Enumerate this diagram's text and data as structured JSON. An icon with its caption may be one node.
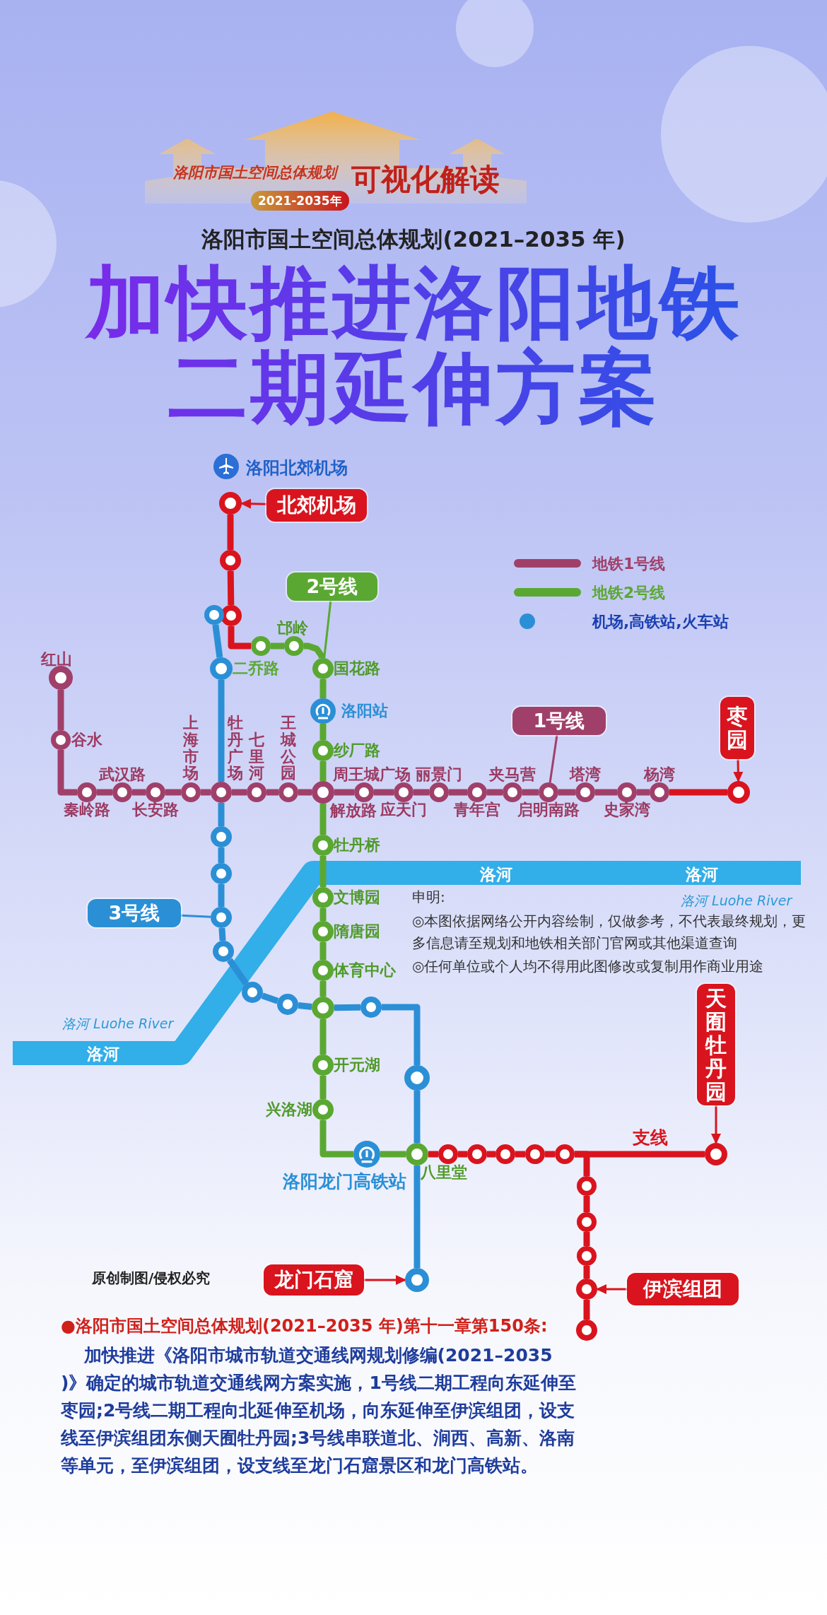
{
  "diagram": {
    "title": "加快推进洛阳地铁二期延伸方案",
    "nodes": [
      {
        "text": [],
        "shape": "circle",
        "beside": [
          "红山"
        ]
      },
      {
        "text": [],
        "shape": "circle",
        "beside": [
          "谷水"
        ]
      },
      {
        "text": [],
        "shape": "circle",
        "beside": [
          "秦岭路"
        ]
      },
      {
        "text": [],
        "shape": "circle",
        "beside": [
          "武汉路"
        ]
      },
      {
        "text": [],
        "shape": "circle",
        "beside": [
          "长安路"
        ]
      },
      {
        "text": [],
        "shape": "circle",
        "beside": [
          "上海市场"
        ]
      },
      {
        "text": [],
        "shape": "circle",
        "beside": [
          "牡丹广场"
        ]
      },
      {
        "text": [],
        "shape": "circle",
        "beside": [
          "七里河"
        ]
      },
      {
        "text": [],
        "shape": "circle",
        "beside": [
          "王城公园"
        ]
      },
      {
        "text": [],
        "shape": "circle",
        "beside": [
          "解放路"
        ]
      },
      {
        "text": [],
        "shape": "circle",
        "beside": [
          "周王城广场"
        ]
      },
      {
        "text": [],
        "shape": "circle",
        "beside": [
          "应天门"
        ]
      },
      {
        "text": [],
        "shape": "circle",
        "beside": [
          "丽景门"
        ]
      },
      {
        "text": [],
        "shape": "circle",
        "beside": [
          "青年宫"
        ]
      },
      {
        "text": [],
        "shape": "circle",
        "beside": [
          "夹马营"
        ]
      },
      {
        "text": [],
        "shape": "circle",
        "beside": [
          "启明南路"
        ]
      },
      {
        "text": [],
        "shape": "circle",
        "beside": [
          "塔湾"
        ]
      },
      {
        "text": [],
        "shape": "circle",
        "beside": [
          "史家湾"
        ]
      },
      {
        "text": [],
        "shape": "circle",
        "beside": [
          "杨湾"
        ]
      },
      {
        "text": [],
        "shape": "circle"
      },
      {
        "text": [],
        "shape": "circle"
      },
      {
        "text": [],
        "shape": "circle"
      },
      {
        "text": [],
        "shape": "circle"
      },
      {
        "text": [],
        "shape": "circle"
      },
      {
        "text": [],
        "shape": "circle",
        "beside": [
          "邙岭"
        ]
      },
      {
        "text": [],
        "shape": "circle",
        "beside": [
          "国花路"
        ]
      },
      {
        "text": [],
        "shape": "circle",
        "beside": [
          "洛阳站"
        ]
      },
      {
        "text": [],
        "shape": "circle",
        "beside": [
          "纱厂路"
        ]
      },
      {
        "text": [],
        "shape": "circle",
        "beside": [
          "牡丹桥"
        ]
      },
      {
        "text": [],
        "shape": "circle",
        "beside": [
          "文博园"
        ]
      },
      {
        "text": [],
        "shape": "circle",
        "beside": [
          "隋唐园"
        ]
      },
      {
        "text": [],
        "shape": "circle",
        "beside": [
          "体育中心"
        ]
      },
      {
        "text": [],
        "shape": "circle"
      },
      {
        "text": [],
        "shape": "circle",
        "beside": [
          "开元湖"
        ]
      },
      {
        "text": [],
        "shape": "circle",
        "beside": [
          "兴洛湖"
        ]
      },
      {
        "text": [],
        "shape": "circle",
        "beside": [
          "洛阳龙门高铁站"
        ]
      },
      {
        "text": [],
        "shape": "circle",
        "beside": [
          "八里堂"
        ]
      },
      {
        "text": [],
        "shape": "circle"
      },
      {
        "text": [],
        "shape": "circle"
      },
      {
        "text": [],
        "shape": "circle"
      },
      {
        "text": [],
        "shape": "circle"
      },
      {
        "text": [],
        "shape": "circle"
      },
      {
        "text": [],
        "shape": "circle"
      },
      {
        "text": [],
        "shape": "circle"
      },
      {
        "text": [],
        "shape": "circle"
      },
      {
        "text": [],
        "shape": "circle"
      },
      {
        "text": [],
        "shape": "circle"
      },
      {
        "text": [],
        "shape": "circle"
      },
      {
        "text": [],
        "shape": "circle"
      },
      {
        "text": [],
        "shape": "circle",
        "beside": [
          "二乔路"
        ]
      },
      {
        "text": [],
        "shape": "circle"
      },
      {
        "text": [],
        "shape": "circle"
      },
      {
        "text": [],
        "shape": "circle"
      },
      {
        "text": [],
        "shape": "circle"
      },
      {
        "text": [],
        "shape": "circle"
      },
      {
        "text": [],
        "shape": "circle"
      },
      {
        "text": [],
        "shape": "circle"
      },
      {
        "text": [],
        "shape": "circle"
      },
      {
        "text": [],
        "shape": "circle"
      },
      {
        "text": [
          "北郊机场"
        ]
      },
      {
        "text": [
          "枣园"
        ]
      },
      {
        "text": [
          "天囿牡丹园"
        ]
      },
      {
        "text": [
          "龙门石窟"
        ]
      },
      {
        "text": [
          "伊滨组团"
        ]
      },
      {
        "text": [
          "1号线"
        ]
      },
      {
        "text": [
          "2号线"
        ]
      },
      {
        "text": [
          "3号线"
        ]
      }
    ],
    "edges": [
      {
        "from": 0,
        "to": 1,
        "arrow": "none",
        "color": "#a0406a"
      },
      {
        "from": 1,
        "to": 2,
        "arrow": "none",
        "color": "#a0406a"
      },
      {
        "from": 2,
        "to": 3,
        "arrow": "none",
        "color": "#a0406a"
      },
      {
        "from": 3,
        "to": 4,
        "arrow": "none",
        "color": "#a0406a"
      },
      {
        "from": 4,
        "to": 5,
        "arrow": "none",
        "color": "#a0406a"
      },
      {
        "from": 5,
        "to": 6,
        "arrow": "none",
        "color": "#a0406a"
      },
      {
        "from": 6,
        "to": 7,
        "arrow": "none",
        "color": "#a0406a"
      },
      {
        "from": 7,
        "to": 8,
        "arrow": "none",
        "color": "#a0406a"
      },
      {
        "from": 8,
        "to": 9,
        "arrow": "none",
        "color": "#a0406a"
      },
      {
        "from": 9,
        "to": 10,
        "arrow": "none",
        "color": "#a0406a"
      },
      {
        "from": 10,
        "to": 11,
        "arrow": "none",
        "color": "#a0406a"
      },
      {
        "from": 11,
        "to": 12,
        "arrow": "none",
        "color": "#a0406a"
      },
      {
        "from": 12,
        "to": 13,
        "arrow": "none",
        "color": "#a0406a"
      },
      {
        "from": 13,
        "to": 14,
        "arrow": "none",
        "color": "#a0406a"
      },
      {
        "from": 14,
        "to": 15,
        "arrow": "none",
        "color": "#a0406a"
      },
      {
        "from": 15,
        "to": 16,
        "arrow": "none",
        "color": "#a0406a"
      },
      {
        "from": 16,
        "to": 17,
        "arrow": "none",
        "color": "#a0406a"
      },
      {
        "from": 17,
        "to": 18,
        "arrow": "none",
        "color": "#a0406a"
      },
      {
        "from": 18,
        "to": 19,
        "arrow": "none"
      },
      {
        "from": 20,
        "to": 21,
        "arrow": "none"
      },
      {
        "from": 21,
        "to": 22,
        "arrow": "none"
      },
      {
        "from": 22,
        "to": 23,
        "arrow": "none"
      },
      {
        "from": 23,
        "to": 24,
        "arrow": "none",
        "color": "#5aa832"
      },
      {
        "from": 24,
        "to": 25,
        "arrow": "none",
        "color": "#5aa832"
      },
      {
        "from": 25,
        "to": 26,
        "arrow": "none",
        "color": "#5aa832"
      },
      {
        "from": 26,
        "to": 27,
        "arrow": "none",
        "color": "#5aa832"
      },
      {
        "from": 27,
        "to": 9,
        "arrow": "none",
        "color": "#5aa832"
      },
      {
        "from": 9,
        "to": 28,
        "arrow": "none",
        "color": "#5aa832"
      },
      {
        "from": 28,
        "to": 29,
        "arrow": "none",
        "color": "#5aa832"
      },
      {
        "from": 29,
        "to": 30,
        "arrow": "none",
        "color": "#5aa832"
      },
      {
        "from": 30,
        "to": 31,
        "arrow": "none",
        "color": "#5aa832"
      },
      {
        "from": 31,
        "to": 32,
        "arrow": "none",
        "color": "#5aa832"
      },
      {
        "from": 32,
        "to": 33,
        "arrow": "none",
        "color": "#5aa832"
      },
      {
        "from": 33,
        "to": 34,
        "arrow": "none",
        "color": "#5aa832"
      },
      {
        "from": 34,
        "to": 35,
        "arrow": "none",
        "color": "#5aa832"
      },
      {
        "from": 35,
        "to": 36,
        "arrow": "none",
        "color": "#5aa832"
      },
      {
        "from": 36,
        "to": 37,
        "arrow": "none"
      },
      {
        "from": 37,
        "to": 38,
        "arrow": "none"
      },
      {
        "from": 38,
        "to": 39,
        "arrow": "none"
      },
      {
        "from": 39,
        "to": 40,
        "arrow": "none"
      },
      {
        "from": 40,
        "to": 41,
        "arrow": "none"
      },
      {
        "from": 41,
        "to": 42,
        "arrow": "none",
        "label": "支线"
      },
      {
        "from": 41,
        "to": 43,
        "arrow": "none"
      },
      {
        "from": 43,
        "to": 44,
        "arrow": "none"
      },
      {
        "from": 44,
        "to": 45,
        "arrow": "none"
      },
      {
        "from": 45,
        "to": 46,
        "arrow": "none"
      },
      {
        "from": 46,
        "to": 47,
        "arrow": "none"
      },
      {
        "from": 48,
        "to": 49,
        "arrow": "none",
        "color": "#2b8fd6"
      },
      {
        "from": 49,
        "to": 6,
        "arrow": "none",
        "color": "#2b8fd6"
      },
      {
        "from": 6,
        "to": 50,
        "arrow": "none",
        "color": "#2b8fd6"
      },
      {
        "from": 50,
        "to": 51,
        "arrow": "none",
        "color": "#2b8fd6"
      },
      {
        "from": 51,
        "to": 52,
        "arrow": "none",
        "color": "#2b8fd6"
      },
      {
        "from": 52,
        "to": 53,
        "arrow": "none",
        "color": "#2b8fd6"
      },
      {
        "from": 53,
        "to": 54,
        "arrow": "none",
        "color": "#2b8fd6"
      },
      {
        "from": 54,
        "to": 55,
        "arrow": "none",
        "color": "#2b8fd6"
      },
      {
        "from": 55,
        "to": 32,
        "arrow": "none",
        "color": "#2b8fd6"
      },
      {
        "from": 32,
        "to": 56,
        "arrow": "none",
        "color": "#2b8fd6"
      },
      {
        "from": 56,
        "to": 57,
        "arrow": "none",
        "color": "#2b8fd6"
      },
      {
        "from": 57,
        "to": 36,
        "arrow": "none",
        "color": "#2b8fd6"
      },
      {
        "from": 36,
        "to": 58,
        "arrow": "none",
        "color": "#2b8fd6"
      },
      {
        "from": 59,
        "to": 20,
        "arrow": "to"
      },
      {
        "from": 60,
        "to": 19,
        "arrow": "to"
      },
      {
        "from": 61,
        "to": 42,
        "arrow": "to"
      },
      {
        "from": 62,
        "to": 58,
        "arrow": "to"
      },
      {
        "from": 63,
        "to": 46,
        "arrow": "to"
      },
      {
        "from": 64,
        "to": 15,
        "arrow": "none",
        "color": "#a0406a"
      },
      {
        "from": 65,
        "to": 25,
        "arrow": "none",
        "color": "#5aa832"
      },
      {
        "from": 66,
        "to": 52,
        "arrow": "none",
        "color": "#2b8fd6"
      }
    ],
    "labels": [
      "洛阳市国土空间总体规划",
      "2021-2035年",
      "可视化解读",
      "洛阳市国土空间总体规划(2021–2035 年)",
      "洛阳北郊机场",
      "洛河",
      "洛河",
      "洛河 Luohe River",
      "申明:",
      "◎本图依据网络公开内容绘制，仅做参考，不代表最终规划，更多信息请至规划和地铁相关部门官网或其他渠道查询",
      "◎任何单位或个人均不得用此图修改或复制用作商业用途",
      "洛河 Luohe River",
      "洛河",
      "原创制图/侵权必究",
      "●洛阳市国土空间总体规划(2021–2035 年)第十一章第150条:",
      "加快推进《洛阳市城市轨道交通线网规划修编(2021–2035 )》确定的城市轨道交通线网方案实施，1号线二期工程向东延伸至枣园;2号线二期工程向北延伸至机场，向东延伸至伊滨组团，设支线至伊滨组团东侧天囿牡丹园;3号线串联道北、涧西、高新、洛南等单元，至伊滨组团，设支线至龙门石窟景区和龙门高铁站。"
    ],
    "legend": [
      {
        "text": "地铁1号线"
      },
      {
        "text": "地铁2号线"
      },
      {
        "text": "机场,高铁站,火车站"
      }
    ]
  }
}
